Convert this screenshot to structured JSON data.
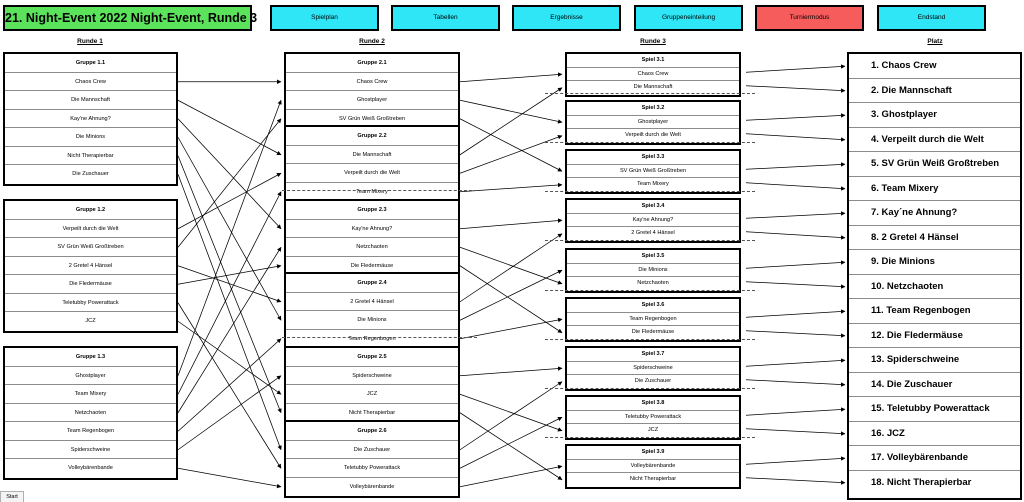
{
  "title": "21. Night-Event 2022 Night-Event, Runde 3",
  "nav": [
    {
      "label": "Spielplan",
      "active": false
    },
    {
      "label": "Tabellen",
      "active": false
    },
    {
      "label": "Ergebnisse",
      "active": false
    },
    {
      "label": "Gruppeneinteilung",
      "active": false
    },
    {
      "label": "Turniermodus",
      "active": true
    },
    {
      "label": "Endstand",
      "active": false
    }
  ],
  "column_headers": {
    "round1": "Runde 1",
    "round2": "Runde 2",
    "round3": "Runde 3",
    "placement": "Platz"
  },
  "round1": [
    {
      "name": "Gruppe 1.1",
      "teams": [
        "Chaos Crew",
        "Die Mannschaft",
        "Kay'ne Ahnung?",
        "Die Minions",
        "Nicht Therapierbar",
        "Die Zuschauer"
      ]
    },
    {
      "name": "Gruppe 1.2",
      "teams": [
        "Verpeilt durch die Welt",
        "SV Grün Weiß Großtreben",
        "2 Gretel 4 Hänsel",
        "Die Fledermäuse",
        "Teletubby Powerattack",
        "JCZ"
      ]
    },
    {
      "name": "Gruppe 1.3",
      "teams": [
        "Ghostplayer",
        "Team Mixery",
        "Netzchaoten",
        "Team Regenbogen",
        "Spiderschweine",
        "Volleybärenbande"
      ]
    }
  ],
  "round2": [
    {
      "name": "Gruppe 2.1",
      "teams": [
        "Chaos Crew",
        "Ghostplayer",
        "SV Grün Weiß Großtreben"
      ]
    },
    {
      "name": "Gruppe 2.2",
      "teams": [
        "Die Mannschaft",
        "Verpeilt durch die Welt",
        "Team Mixery"
      ]
    },
    {
      "name": "Gruppe 2.3",
      "teams": [
        "Kay'ne Ahnung?",
        "Netzchaoten",
        "Die Fledermäuse"
      ]
    },
    {
      "name": "Gruppe 2.4",
      "teams": [
        "2 Gretel 4 Hänsel",
        "Die Minions",
        "Team Regenbogen"
      ]
    },
    {
      "name": "Gruppe 2.5",
      "teams": [
        "Spiderschweine",
        "JCZ",
        "Nicht Therapierbar"
      ]
    },
    {
      "name": "Gruppe 2.6",
      "teams": [
        "Die Zuschauer",
        "Teletubby Powerattack",
        "Volleybärenbande"
      ]
    }
  ],
  "round3": [
    {
      "name": "Spiel 3.1",
      "teams": [
        "Chaos Crew",
        "Die Mannschaft"
      ]
    },
    {
      "name": "Spiel 3.2",
      "teams": [
        "Ghostplayer",
        "Verpeilt durch die Welt"
      ]
    },
    {
      "name": "Spiel 3.3",
      "teams": [
        "SV Grün Weiß Großtreben",
        "Team Mixery"
      ]
    },
    {
      "name": "Spiel 3.4",
      "teams": [
        "Kay'ne Ahnung?",
        "2 Gretel 4 Hänsel"
      ]
    },
    {
      "name": "Spiel 3.5",
      "teams": [
        "Die Minions",
        "Netzchaoten"
      ]
    },
    {
      "name": "Spiel 3.6",
      "teams": [
        "Team Regenbogen",
        "Die Fledermäuse"
      ]
    },
    {
      "name": "Spiel 3.7",
      "teams": [
        "Spiderschweine",
        "Die Zuschauer"
      ]
    },
    {
      "name": "Spiel 3.8",
      "teams": [
        "Teletubby Powerattack",
        "JCZ"
      ]
    },
    {
      "name": "Spiel 3.9",
      "teams": [
        "Volleybärenbande",
        "Nicht Therapierbar"
      ]
    }
  ],
  "placements": [
    "1. Chaos Crew",
    "2. Die Mannschaft",
    "3. Ghostplayer",
    "4. Verpeilt durch die Welt",
    "5. SV Grün Weiß Großtreben",
    "6. Team Mixery",
    "7. Kay´ne Ahnung?",
    "8. 2 Gretel 4 Hänsel",
    "9. Die Minions",
    "10. Netzchaoten",
    "11. Team Regenbogen",
    "12. Die Fledermäuse",
    "13. Spiderschweine",
    "14. Die Zuschauer",
    "15. Teletubby Powerattack",
    "16. JCZ",
    "17. Volleybärenbande",
    "18. Nicht Therapierbar"
  ],
  "sheet_tab": "Start"
}
